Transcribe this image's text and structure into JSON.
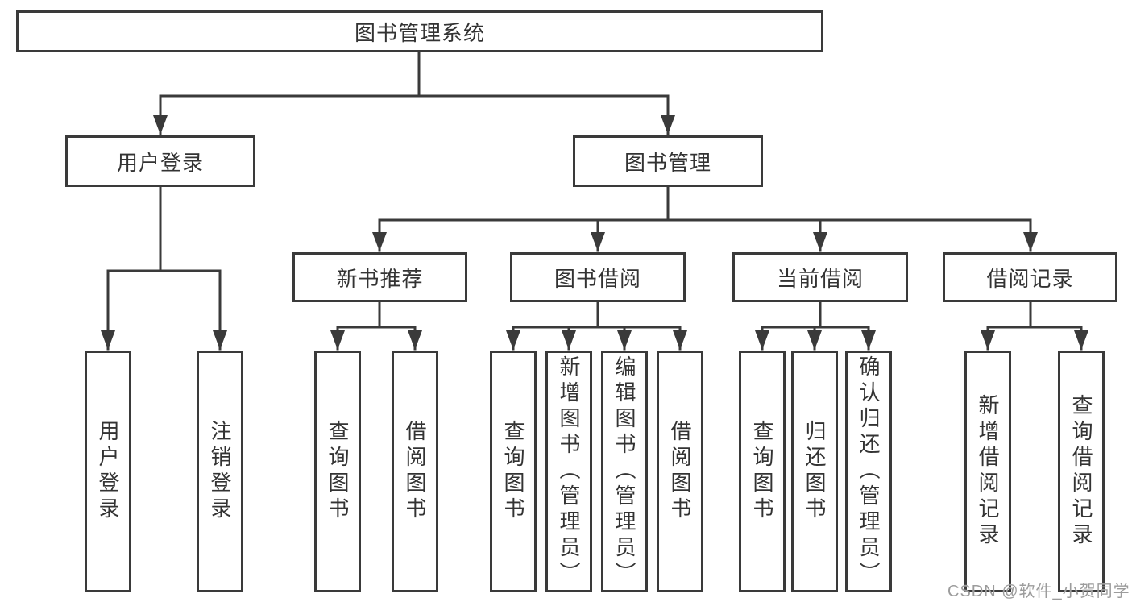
{
  "root": {
    "label": "图书管理系统"
  },
  "level2": [
    {
      "label": "用户登录",
      "leaves": [
        "用户登录",
        "注销登录"
      ]
    },
    {
      "label": "图书管理",
      "sections": [
        {
          "label": "新书推荐",
          "leaves": [
            "查询图书",
            "借阅图书"
          ]
        },
        {
          "label": "图书借阅",
          "leaves": [
            "查询图书",
            "新增图书（管理员）",
            "编辑图书（管理员）",
            "借阅图书"
          ]
        },
        {
          "label": "当前借阅",
          "leaves": [
            "查询图书",
            "归还图书",
            "确认归还（管理员）"
          ]
        },
        {
          "label": "借阅记录",
          "leaves": [
            "新增借阅记录",
            "查询借阅记录"
          ]
        }
      ]
    }
  ],
  "watermark": "CSDN @软件_小贺同学",
  "colors": {
    "line": "#3a3a3a",
    "text": "#333333",
    "background": "#ffffff",
    "watermark": "#9c9c9c"
  }
}
